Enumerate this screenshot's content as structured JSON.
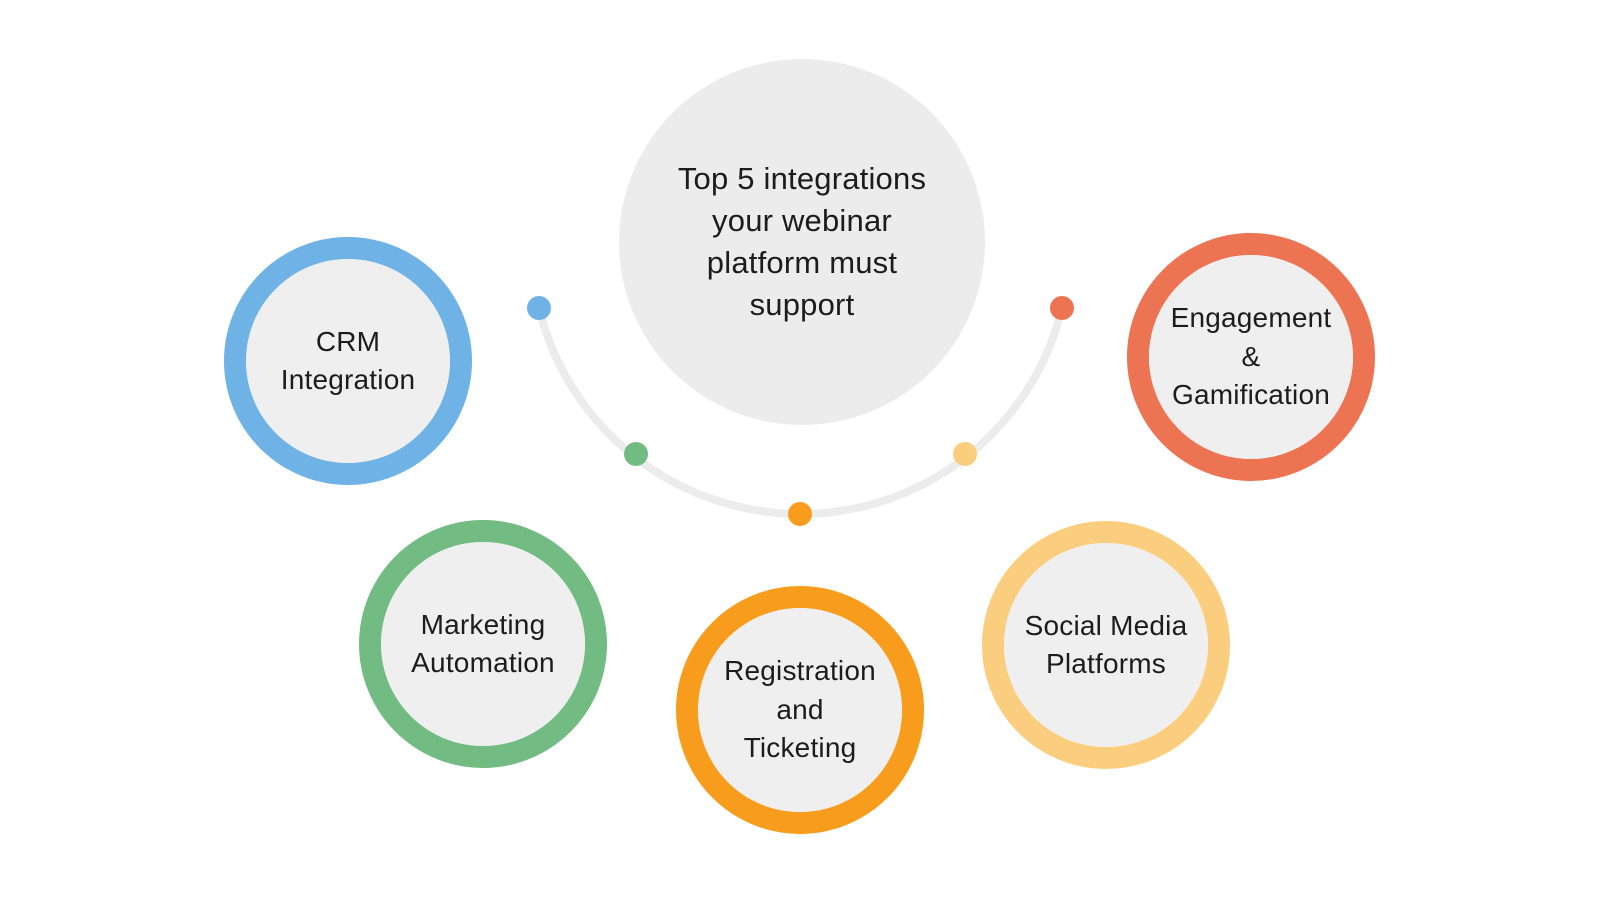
{
  "title": {
    "text": "Top 5 integrations\nyour webinar\nplatform must\nsupport"
  },
  "nodes": [
    {
      "id": "crm-integration",
      "label": "CRM\nIntegration",
      "color": "#6FB2E5"
    },
    {
      "id": "marketing-automation",
      "label": "Marketing\nAutomation",
      "color": "#72BC83"
    },
    {
      "id": "registration-ticketing",
      "label": "Registration\nand\nTicketing",
      "color": "#F79C1C"
    },
    {
      "id": "social-media-platforms",
      "label": "Social Media\nPlatforms",
      "color": "#FACE7E"
    },
    {
      "id": "engagement-gamification",
      "label": "Engagement\n&\nGamification",
      "color": "#ED7452"
    }
  ],
  "colors": {
    "background": "#ffffff",
    "text": "#1c1c1c",
    "center_circle_fill": "#ececec",
    "node_inner_fill": "#efefef",
    "arc_stroke": "#ececec"
  }
}
